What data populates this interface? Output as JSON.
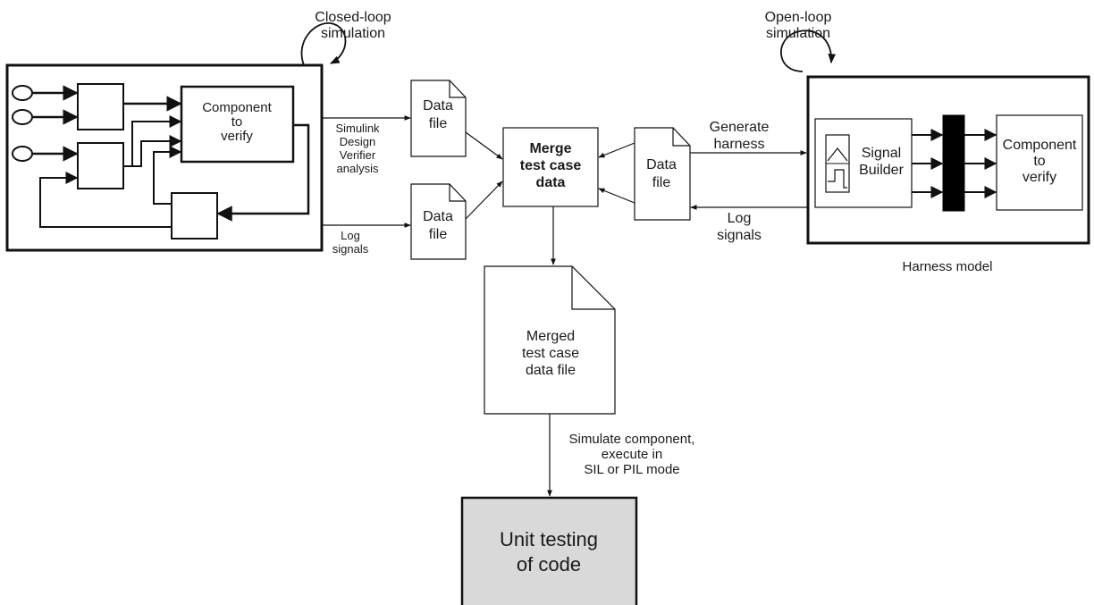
{
  "closed_loop": {
    "title_line1": "Closed-loop",
    "title_line2": "simulation",
    "component_line1": "Component",
    "component_line2": "to",
    "component_line3": "verify"
  },
  "sldv_label": {
    "line1": "Simulink",
    "line2": "Design",
    "line3": "Verifier",
    "line4": "analysis"
  },
  "log_signals_left": {
    "line1": "Log",
    "line2": "signals"
  },
  "data_file_top": {
    "line1": "Data",
    "line2": "file"
  },
  "data_file_bottom": {
    "line1": "Data",
    "line2": "file"
  },
  "merge_box": {
    "line1": "Merge",
    "line2": "test case",
    "line3": "data"
  },
  "data_file_right": {
    "line1": "Data",
    "line2": "file"
  },
  "generate_harness": {
    "line1": "Generate",
    "line2": "harness"
  },
  "log_signals_right": {
    "line1": "Log",
    "line2": "signals"
  },
  "open_loop": {
    "title_line1": "Open-loop",
    "title_line2": "simulation"
  },
  "harness": {
    "signal_builder_line1": "Signal",
    "signal_builder_line2": "Builder",
    "component_line1": "Component",
    "component_line2": "to",
    "component_line3": "verify",
    "caption": "Harness model"
  },
  "merged_file": {
    "line1": "Merged",
    "line2": "test case",
    "line3": "data file"
  },
  "simulate_label": {
    "line1": "Simulate component,",
    "line2": "execute in",
    "line3": "SIL or PIL mode"
  },
  "unit_testing": {
    "line1": "Unit testing",
    "line2": "of code",
    "fill": "#d9d9d9"
  }
}
